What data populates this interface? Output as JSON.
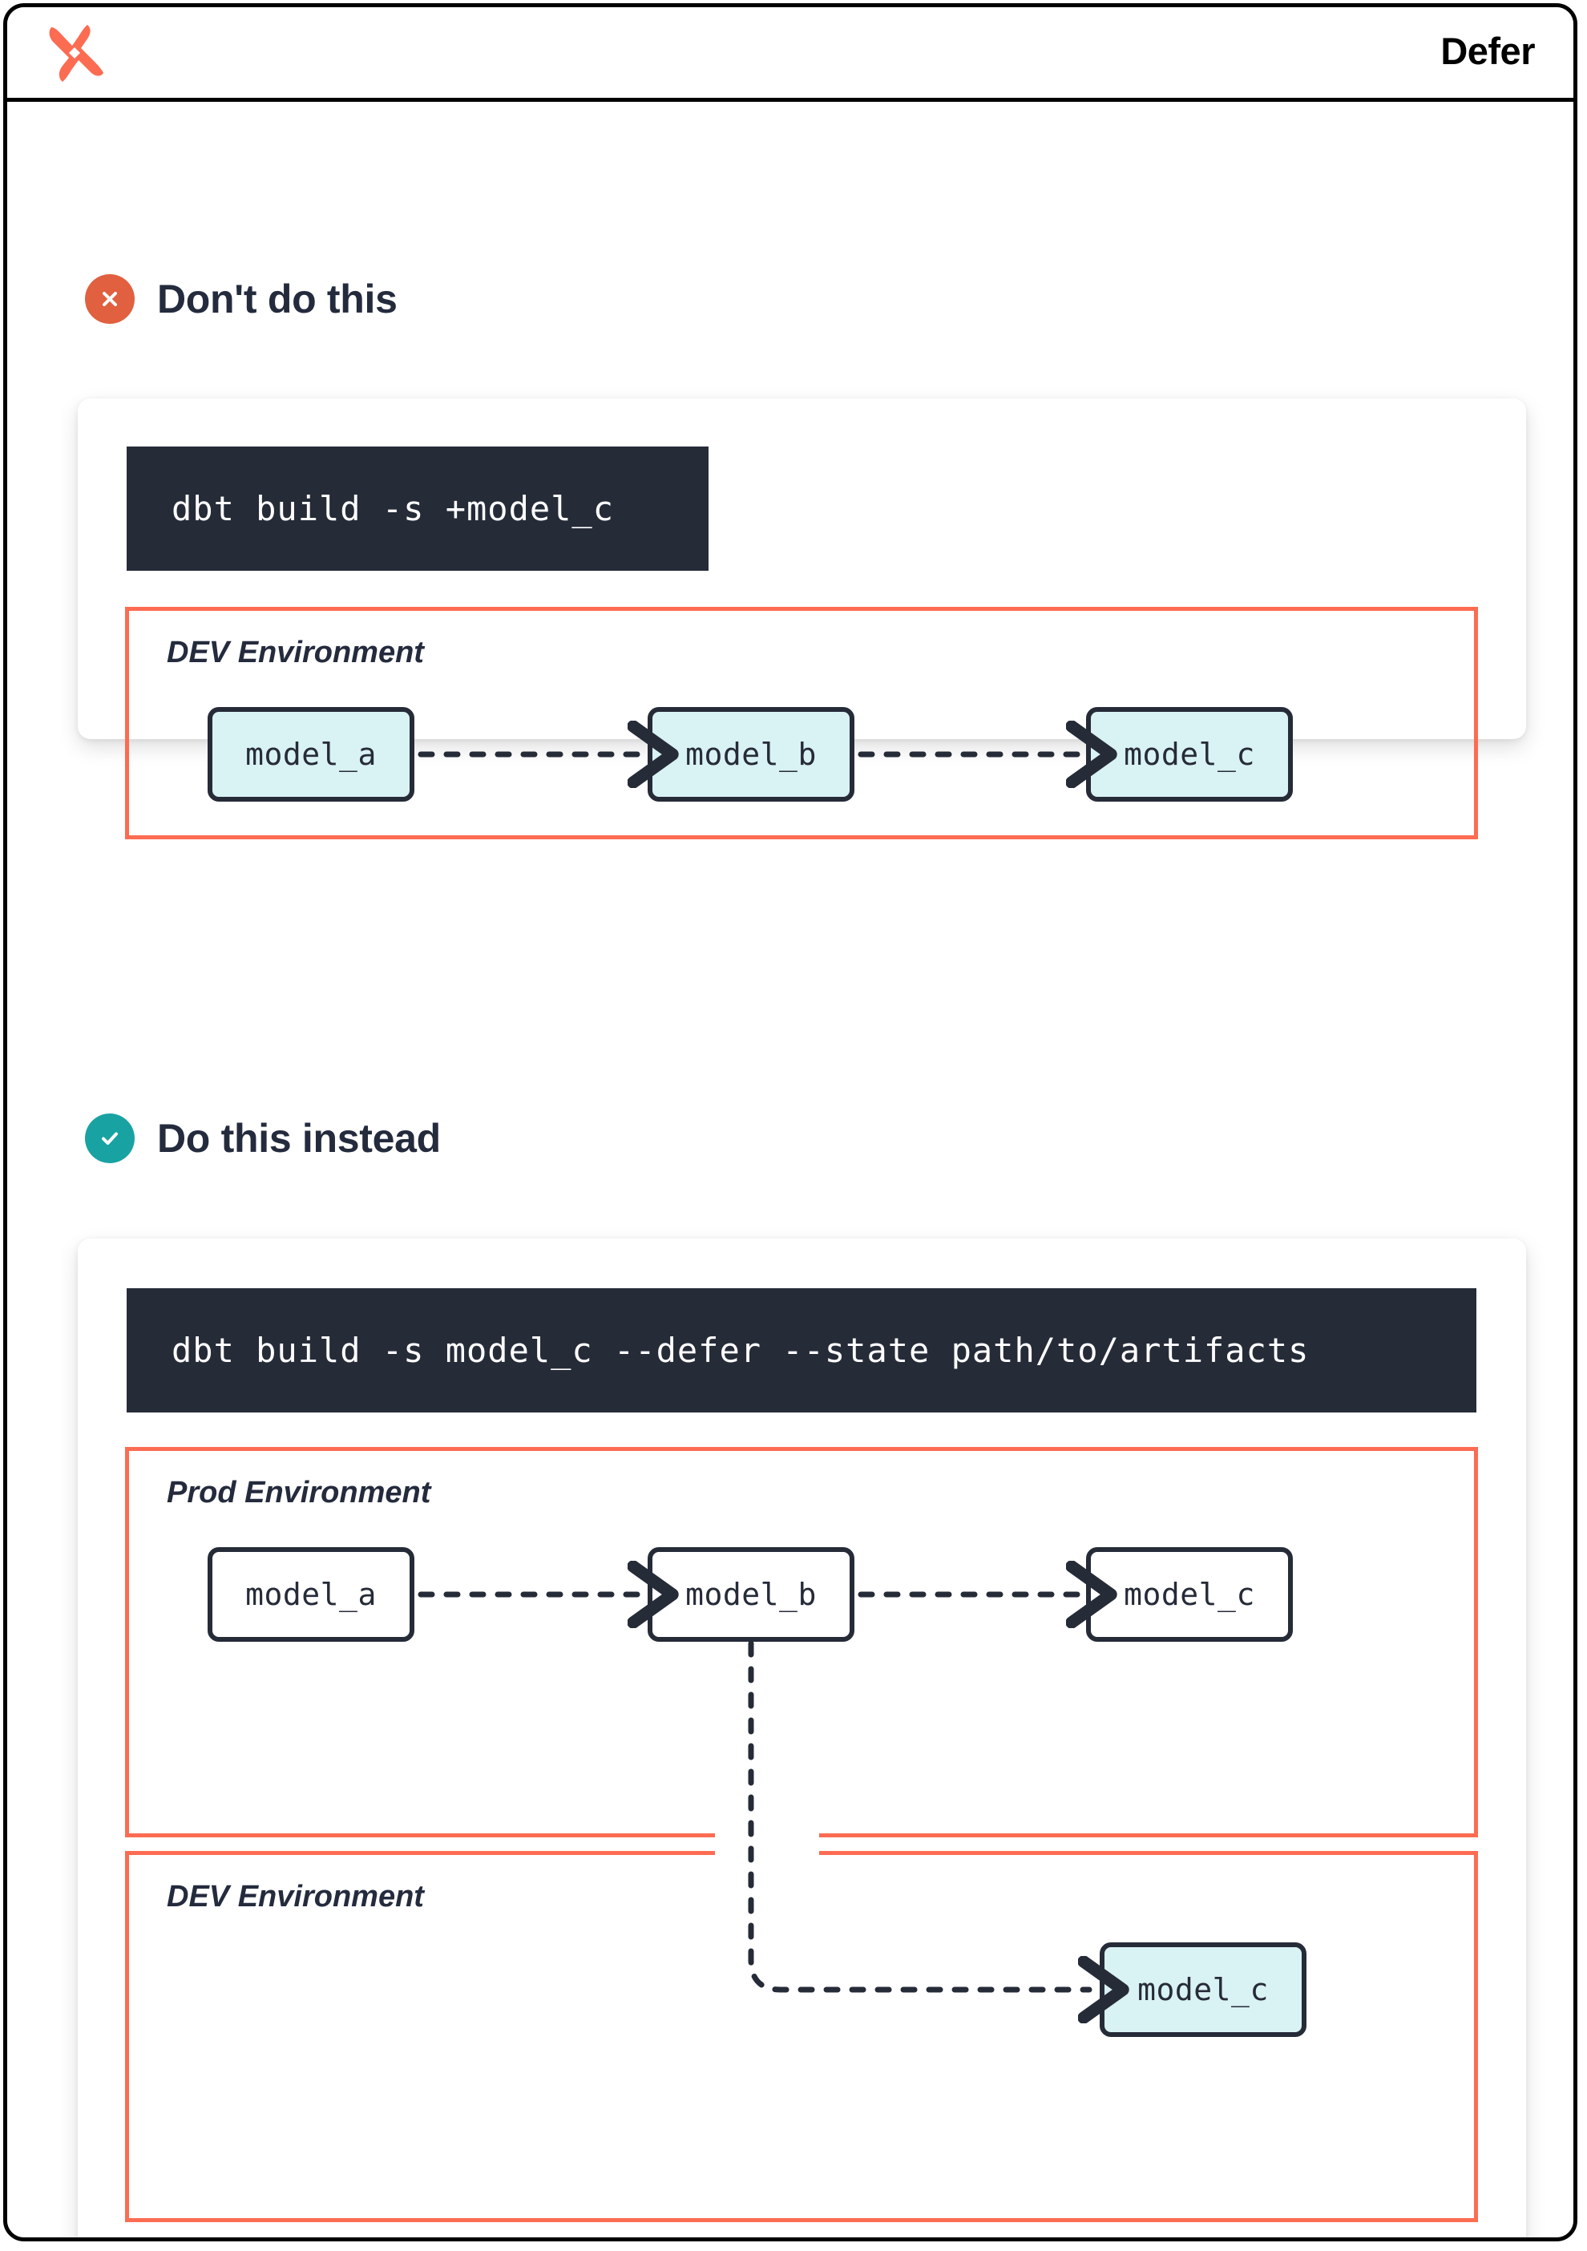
{
  "header": {
    "title": "Defer",
    "logo_icon": "dbt-logo-icon"
  },
  "sections": [
    {
      "id": "dont",
      "icon": "x-circle-icon",
      "icon_color": "#e0603f",
      "title": "Don't do this",
      "command": "dbt build -s +model_c",
      "environments": [
        {
          "label": "DEV Environment",
          "border_color": "#fc6c52",
          "nodes": [
            {
              "label": "model_a",
              "fill": "#d9f2f3"
            },
            {
              "label": "model_b",
              "fill": "#d9f2f3"
            },
            {
              "label": "model_c",
              "fill": "#d9f2f3"
            }
          ]
        }
      ]
    },
    {
      "id": "do",
      "icon": "check-circle-icon",
      "icon_color": "#19a2a2",
      "title": "Do this instead",
      "command": "dbt build -s model_c --defer --state path/to/artifacts",
      "environments": [
        {
          "label": "Prod Environment",
          "border_color": "#fc6c52",
          "nodes": [
            {
              "label": "model_a",
              "fill": "#ffffff"
            },
            {
              "label": "model_b",
              "fill": "#ffffff"
            },
            {
              "label": "model_c",
              "fill": "#ffffff"
            }
          ]
        },
        {
          "label": "DEV Environment",
          "border_color": "#fc6c52",
          "nodes": [
            {
              "label": "model_c",
              "fill": "#d9f2f3"
            }
          ]
        }
      ]
    }
  ],
  "colors": {
    "accent_orange": "#fc6c52",
    "bad_red": "#e0603f",
    "good_teal": "#19a2a2",
    "code_bg": "#262b38",
    "node_cyan": "#d9f2f3",
    "ink": "#242b3d"
  }
}
